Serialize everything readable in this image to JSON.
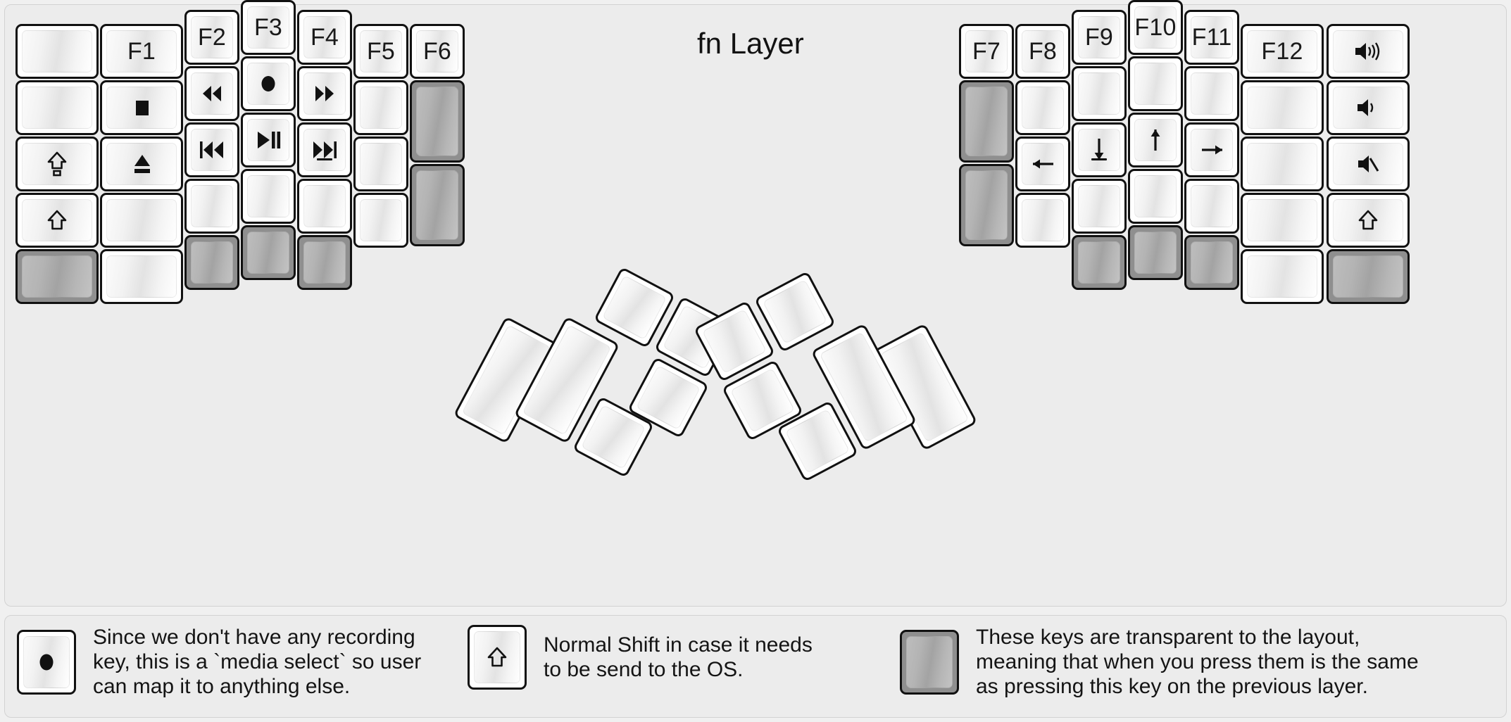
{
  "title": "fn Layer",
  "colors": {
    "page_background": "#f0f0f0",
    "panel_background": "#ececec",
    "key_border": "#111111",
    "key_face": "#ffffff",
    "transparent_key": "#8f8f8f",
    "text": "#141414"
  },
  "legend": {
    "items": [
      {
        "key_icon": "record-dot-icon",
        "key_style": "normal",
        "text": "Since we don't have any recording\nkey, this is a `media select` so user\ncan map it to anything else."
      },
      {
        "key_icon": "shift-arrow-icon",
        "key_style": "normal",
        "text": "Normal Shift in case it needs\nto be send to the OS."
      },
      {
        "key_icon": "none",
        "key_style": "transparent",
        "text": "These keys are transparent to the layout,\nmeaning that when you press them is the same\nas pressing this key on the previous layer."
      }
    ]
  },
  "keyboard": {
    "left_half": {
      "columns": [
        {
          "name": "col-outer",
          "keys": [
            {
              "label": "",
              "icon": "none",
              "style": "normal"
            },
            {
              "label": "",
              "icon": "none",
              "style": "normal"
            },
            {
              "label": "",
              "icon": "capslock-arrow-icon",
              "style": "normal"
            },
            {
              "label": "",
              "icon": "shift-arrow-icon",
              "style": "normal"
            },
            {
              "label": "",
              "icon": "none",
              "style": "transparent"
            }
          ]
        },
        {
          "name": "col-f1",
          "keys": [
            {
              "label": "F1",
              "icon": "none",
              "style": "normal"
            },
            {
              "label": "",
              "icon": "media-stop-icon",
              "style": "normal"
            },
            {
              "label": "",
              "icon": "media-eject-icon",
              "style": "normal"
            },
            {
              "label": "",
              "icon": "none",
              "style": "normal"
            },
            {
              "label": "",
              "icon": "none",
              "style": "normal"
            }
          ]
        },
        {
          "name": "col-f2",
          "keys": [
            {
              "label": "F2",
              "icon": "none",
              "style": "normal"
            },
            {
              "label": "",
              "icon": "media-rewind-icon",
              "style": "normal"
            },
            {
              "label": "",
              "icon": "media-prev-track-icon",
              "style": "normal"
            },
            {
              "label": "",
              "icon": "none",
              "style": "normal"
            },
            {
              "label": "",
              "icon": "none",
              "style": "transparent"
            }
          ]
        },
        {
          "name": "col-f3",
          "keys": [
            {
              "label": "F3",
              "icon": "none",
              "style": "normal"
            },
            {
              "label": "",
              "icon": "media-record-icon",
              "style": "normal"
            },
            {
              "label": "",
              "icon": "media-play-pause-icon",
              "style": "normal"
            },
            {
              "label": "",
              "icon": "none",
              "style": "normal"
            },
            {
              "label": "",
              "icon": "none",
              "style": "transparent"
            }
          ]
        },
        {
          "name": "col-f4",
          "keys": [
            {
              "label": "F4",
              "icon": "none",
              "style": "normal"
            },
            {
              "label": "",
              "icon": "media-fast-forward-icon",
              "style": "normal"
            },
            {
              "label": "",
              "icon": "media-next-track-icon",
              "style": "normal",
              "homing": true
            },
            {
              "label": "",
              "icon": "none",
              "style": "normal"
            },
            {
              "label": "",
              "icon": "none",
              "style": "transparent"
            }
          ]
        },
        {
          "name": "col-f5",
          "keys": [
            {
              "label": "F5",
              "icon": "none",
              "style": "normal"
            },
            {
              "label": "",
              "icon": "none",
              "style": "normal"
            },
            {
              "label": "",
              "icon": "none",
              "style": "normal"
            },
            {
              "label": "",
              "icon": "none",
              "style": "normal"
            }
          ]
        },
        {
          "name": "col-f6",
          "keys": [
            {
              "label": "F6",
              "icon": "none",
              "style": "normal"
            },
            {
              "label": "",
              "icon": "none",
              "style": "transparent",
              "tall": true
            },
            {
              "label": "",
              "icon": "none",
              "style": "transparent",
              "tall": true
            }
          ]
        }
      ],
      "thumb_cluster": {
        "big_keys": 2,
        "small_keys": 4
      }
    },
    "right_half": {
      "columns": [
        {
          "name": "col-f7",
          "keys": [
            {
              "label": "F7",
              "icon": "none",
              "style": "normal"
            },
            {
              "label": "",
              "icon": "none",
              "style": "transparent",
              "tall": true
            },
            {
              "label": "",
              "icon": "none",
              "style": "transparent",
              "tall": true
            }
          ]
        },
        {
          "name": "col-f8",
          "keys": [
            {
              "label": "F8",
              "icon": "none",
              "style": "normal"
            },
            {
              "label": "",
              "icon": "none",
              "style": "normal"
            },
            {
              "label": "",
              "icon": "arrow-left-icon",
              "style": "normal"
            },
            {
              "label": "",
              "icon": "none",
              "style": "normal"
            }
          ]
        },
        {
          "name": "col-f9",
          "keys": [
            {
              "label": "F9",
              "icon": "none",
              "style": "normal"
            },
            {
              "label": "",
              "icon": "none",
              "style": "normal"
            },
            {
              "label": "",
              "icon": "arrow-down-icon",
              "style": "normal",
              "homing": true
            },
            {
              "label": "",
              "icon": "none",
              "style": "normal"
            },
            {
              "label": "",
              "icon": "none",
              "style": "transparent"
            }
          ]
        },
        {
          "name": "col-f10",
          "keys": [
            {
              "label": "F10",
              "icon": "none",
              "style": "normal"
            },
            {
              "label": "",
              "icon": "none",
              "style": "normal"
            },
            {
              "label": "",
              "icon": "arrow-up-icon",
              "style": "normal"
            },
            {
              "label": "",
              "icon": "none",
              "style": "normal"
            },
            {
              "label": "",
              "icon": "none",
              "style": "transparent"
            }
          ]
        },
        {
          "name": "col-f11",
          "keys": [
            {
              "label": "F11",
              "icon": "none",
              "style": "normal"
            },
            {
              "label": "",
              "icon": "none",
              "style": "normal"
            },
            {
              "label": "",
              "icon": "arrow-right-icon",
              "style": "normal"
            },
            {
              "label": "",
              "icon": "none",
              "style": "normal"
            },
            {
              "label": "",
              "icon": "none",
              "style": "transparent"
            }
          ]
        },
        {
          "name": "col-f12",
          "keys": [
            {
              "label": "F12",
              "icon": "none",
              "style": "normal"
            },
            {
              "label": "",
              "icon": "none",
              "style": "normal"
            },
            {
              "label": "",
              "icon": "none",
              "style": "normal"
            },
            {
              "label": "",
              "icon": "none",
              "style": "normal"
            },
            {
              "label": "",
              "icon": "none",
              "style": "normal"
            }
          ]
        },
        {
          "name": "col-outer-right",
          "keys": [
            {
              "label": "",
              "icon": "volume-up-icon",
              "style": "normal"
            },
            {
              "label": "",
              "icon": "volume-down-icon",
              "style": "normal"
            },
            {
              "label": "",
              "icon": "volume-mute-icon",
              "style": "normal"
            },
            {
              "label": "",
              "icon": "shift-arrow-icon",
              "style": "normal"
            },
            {
              "label": "",
              "icon": "none",
              "style": "transparent"
            }
          ]
        }
      ],
      "thumb_cluster": {
        "big_keys": 2,
        "small_keys": 4
      }
    }
  }
}
